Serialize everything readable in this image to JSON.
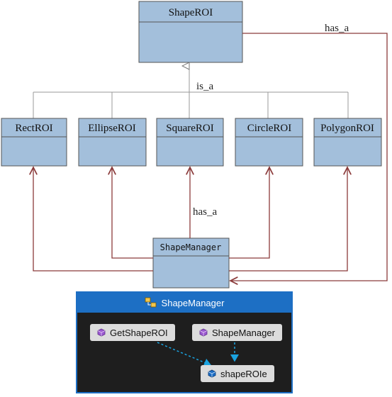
{
  "classes": {
    "shape_roi": "ShapeROI",
    "rect_roi": "RectROI",
    "ellipse_roi": "EllipseROI",
    "square_roi": "SquareROI",
    "circle_roi": "CircleROI",
    "polygon_roi": "PolygonROI",
    "shape_manager": "ShapeManager"
  },
  "relations": {
    "is_a": "is_a",
    "has_a_top": "has_a",
    "has_a_middle": "has_a"
  },
  "code_map": {
    "title": "ShapeManager",
    "nodes": {
      "get_shape_roi": "GetShapeROI",
      "shape_manager": "ShapeManager",
      "shape_roie": "shapeROIe"
    }
  },
  "colors": {
    "class_fill": "#a3bfdb",
    "class_stroke": "#555555",
    "line": "#8b3a3a",
    "inherit_line": "#999999",
    "panel_header": "#1d6fc4",
    "panel_bg": "#1e1e1e",
    "node_bg": "#dcdcdc",
    "dotted_link": "#1aa3e0"
  }
}
